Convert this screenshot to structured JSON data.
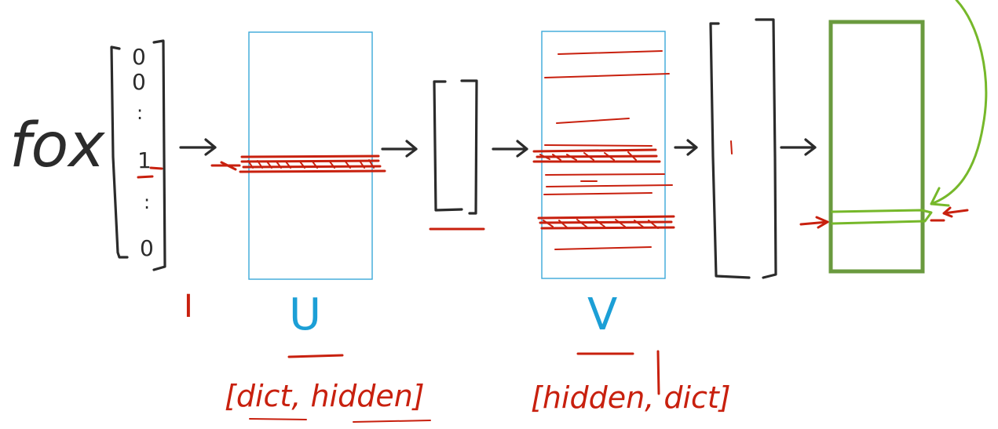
{
  "word": "fox",
  "onehot_entries": [
    "0",
    "0",
    ":",
    "1",
    ":",
    "0"
  ],
  "labels": {
    "input": "I",
    "matrix_u": "U",
    "matrix_v": "V",
    "u_shape": "[dict, hidden]",
    "v_shape": "[hidden, dict]"
  },
  "colors": {
    "ink": "#2b2b2b",
    "highlight": "#c8200e",
    "matrix_border": "#3aa8d8",
    "output_box": "#6a9a3e",
    "feedback_arrow": "#76b82a"
  }
}
